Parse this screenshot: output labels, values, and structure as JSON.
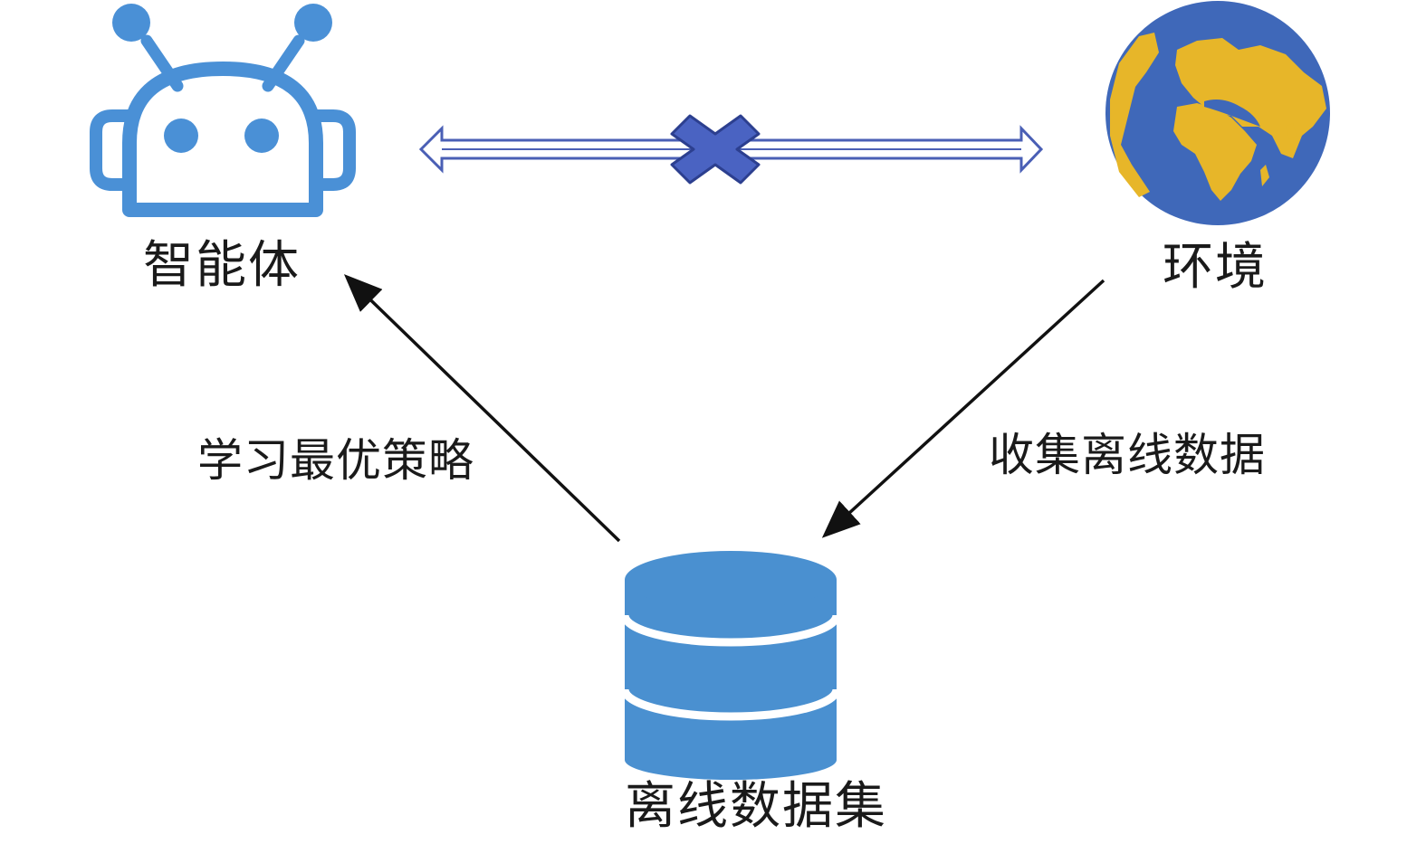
{
  "nodes": {
    "agent": {
      "label": "智能体",
      "icon": "robot-icon"
    },
    "environment": {
      "label": "环境",
      "icon": "globe-icon"
    },
    "dataset": {
      "label": "离线数据集",
      "icon": "database-icon"
    }
  },
  "edges": {
    "collect": {
      "label": "收集离线数据"
    },
    "learn": {
      "label": "学习最优策略"
    },
    "no_interaction": {
      "icon": "cross-icon"
    }
  },
  "colors": {
    "robot": "#4a90d6",
    "globe_ocean": "#3f68b9",
    "globe_land": "#e7b629",
    "database": "#4a90d0",
    "double_arrow": "#4a5fb5",
    "cross_fill": "#4a63c2",
    "cross_stroke": "#2c3f8f",
    "arrow": "#111111"
  }
}
